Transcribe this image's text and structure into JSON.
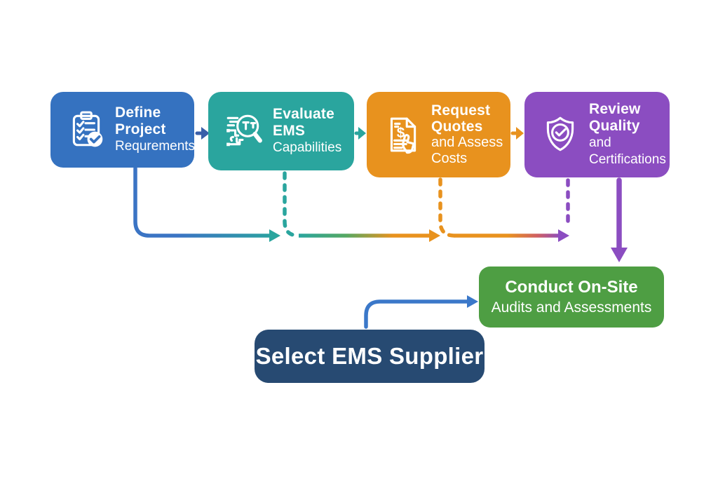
{
  "background": "#ffffff",
  "steps": [
    {
      "icon": "clipboard-checklist-icon",
      "color": "#3572c0",
      "lines": [
        "Define",
        "Project",
        "Requrements"
      ]
    },
    {
      "icon": "magnifier-circuit-icon",
      "color": "#2aa59e",
      "lines": [
        "Evaluate",
        "EMS",
        "Capabilities"
      ]
    },
    {
      "icon": "quote-document-icon",
      "color": "#e8921e",
      "icon_glyph": "$",
      "lines": [
        "Request",
        "Quotes",
        "and Assess",
        "Costs"
      ]
    },
    {
      "icon": "shield-check-icon",
      "color": "#8b4dc1",
      "lines": [
        "Review",
        "Quality",
        "and",
        "Certifications"
      ]
    }
  ],
  "conduct_box": {
    "color": "#4e9e43",
    "title": "Conduct On-Site",
    "subtitle": "Audits and Assessments"
  },
  "select_box": {
    "color": "#274a72",
    "label": "Select EMS Supplier"
  },
  "connector_colors": {
    "blue": "#3b74c4",
    "indigo_arrow": "#3a5fa8",
    "teal": "#2aa59e",
    "green_mid": "#55a863",
    "orange": "#e8921e",
    "red_mid": "#cf5f63",
    "purple": "#8b4dc1",
    "select_arrow_blue": "#3b78c9"
  }
}
